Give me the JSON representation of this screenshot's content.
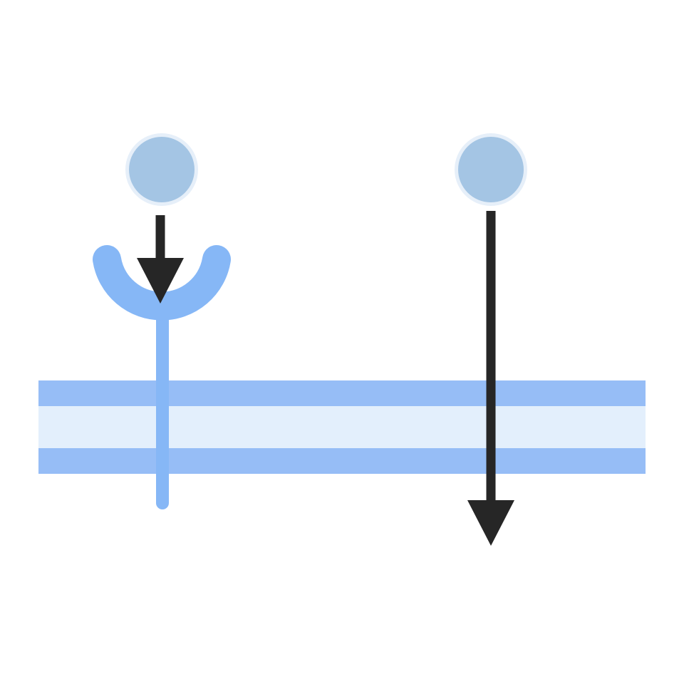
{
  "colors": {
    "background": "#ffffff",
    "membrane_outer": "#96bdf6",
    "membrane_inner": "#e3effc",
    "receptor": "#86b7f6",
    "ligand_fill": "#a4c5e4",
    "ligand_halo": "#e6eff9",
    "arrow": "#262626"
  },
  "icons": {
    "ligand_left": "ligand-molecule",
    "ligand_right": "ligand-molecule",
    "receptor": "membrane-receptor",
    "arrow_binding": "arrow-down",
    "arrow_diffusion": "arrow-down"
  }
}
